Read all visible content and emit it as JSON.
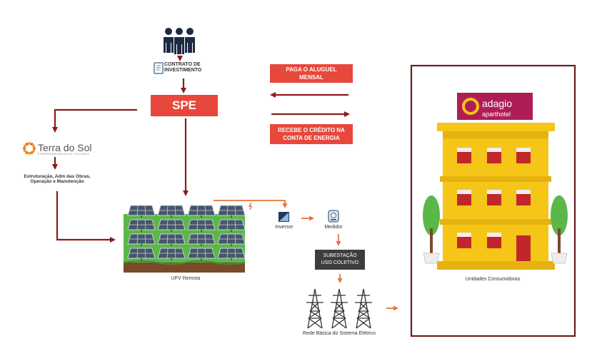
{
  "colors": {
    "accent_red": "#e8473b",
    "arrow_dark_red": "#8b1a1a",
    "arrow_orange": "#e8743b",
    "frame_border": "#6b1f1f",
    "grass_green": "#5ab848",
    "building_yellow": "#f5c518",
    "sign_magenta": "#b01d56"
  },
  "investors": {
    "icon": "group-people-icon"
  },
  "contract": {
    "icon": "contract-document-icon",
    "label_line1": "CONTRATO DE",
    "label_line2": "INVESTIMENTO"
  },
  "spe": {
    "label": "SPE"
  },
  "payments": {
    "rent_line1": "PAGA O ALUGUEL",
    "rent_line2": "MENSAL",
    "credit_line1": "RECEBE O CRÉDITO NA",
    "credit_line2": "CONTA DE ENERGIA"
  },
  "company": {
    "name": "Terra do Sol",
    "tagline": "EMPREENDIMENTOS SOLARES",
    "services_line1": "Estruturação, Adm das Obras,",
    "services_line2": "Operação e Manutenção"
  },
  "solar_plant": {
    "label": "UFV Remota",
    "icon": "solar-panel-icon"
  },
  "inverter": {
    "label": "Inversor",
    "icon": "inverter-icon"
  },
  "meter": {
    "label": "Medidor",
    "icon": "meter-icon"
  },
  "substation": {
    "line1": "SUBESTAÇÃO",
    "line2": "USO COLETIVO"
  },
  "grid": {
    "label": "Rede Básica do Sistema Elétrico",
    "icon": "transmission-tower-icon"
  },
  "consumers": {
    "label": "Unidades Consumidoras",
    "brand_name": "adagio",
    "brand_sub": "aparthotel",
    "icon": "hotel-building-icon"
  }
}
